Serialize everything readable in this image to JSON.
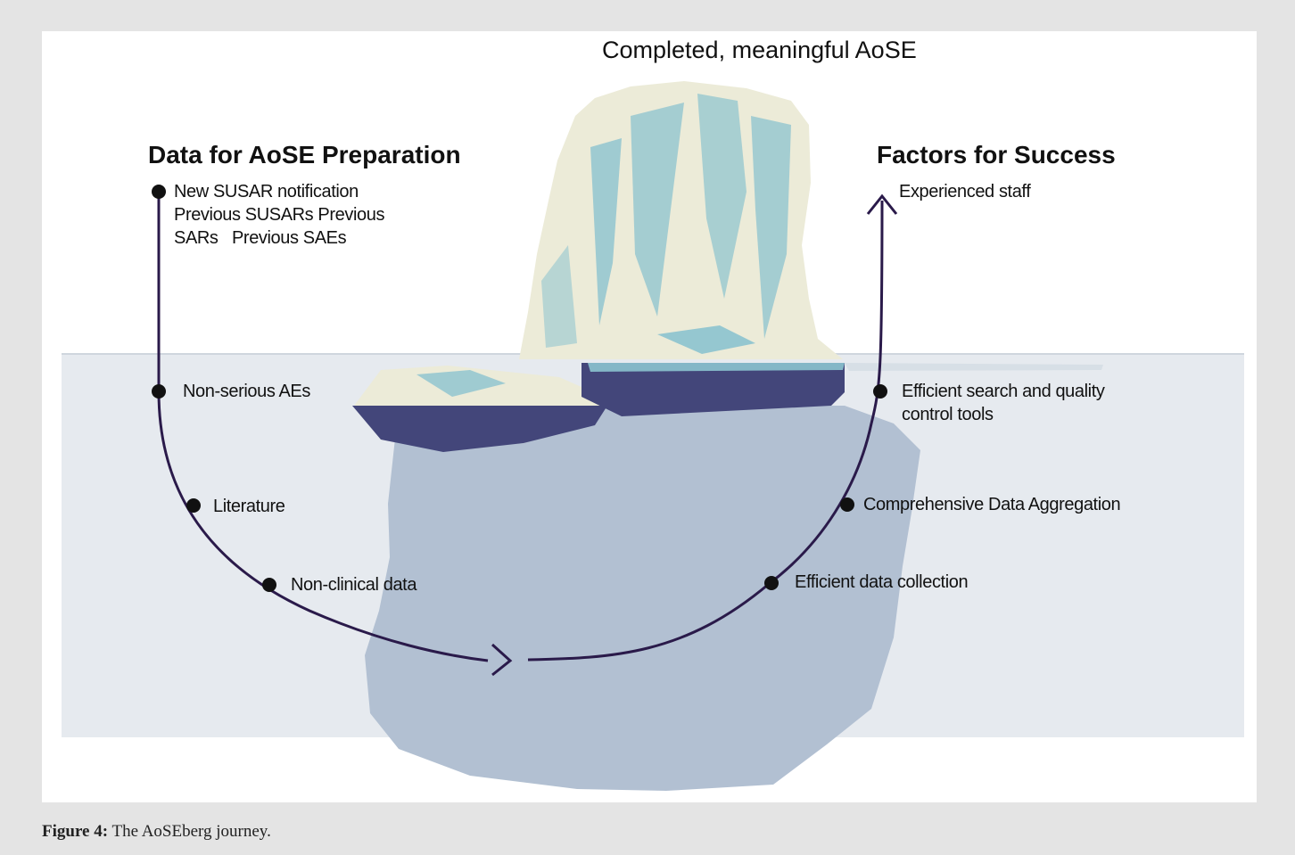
{
  "diagram": {
    "title": "Completed, meaningful AoSE",
    "left_heading": "Data for AoSE Preparation",
    "right_heading": "Factors for Success",
    "left_items": [
      {
        "lines": [
          "New SUSAR notification",
          "Previous SUSARs Previous",
          "SARs   Previous SAEs"
        ]
      },
      {
        "lines": [
          "Non-serious AEs"
        ]
      },
      {
        "lines": [
          "Literature"
        ]
      },
      {
        "lines": [
          "Non-clinical data"
        ]
      }
    ],
    "right_items": [
      {
        "lines": [
          "Experienced staff"
        ]
      },
      {
        "lines": [
          "Efficient search and quality",
          "control tools"
        ]
      },
      {
        "lines": [
          "Comprehensive Data Aggregation"
        ]
      },
      {
        "lines": [
          "Efficient data collection"
        ]
      }
    ],
    "colors": {
      "path": "#2a1a4a",
      "water": "#e6eaef",
      "ice_light": "#ecebd8",
      "ice_teal": "#8cc3cf",
      "ice_dark": "#43467a",
      "ice_underwater": "#b2c0d2"
    }
  },
  "caption": {
    "label": "Figure 4:",
    "text": " The AoSEberg journey."
  }
}
